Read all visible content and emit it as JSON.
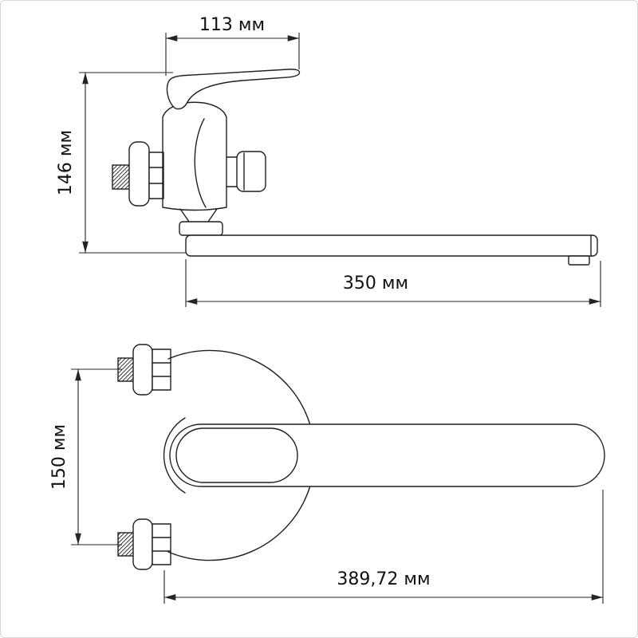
{
  "colors": {
    "background": "#ffffff",
    "frame_border": "#d8d8d8",
    "drawing_line": "#1f1f1f",
    "dimension_line": "#242424",
    "label_text": "#111111"
  },
  "side_view": {
    "dimensions": {
      "handle_width": "113 мм",
      "overall_height": "146 мм",
      "spout_length": "350 мм"
    }
  },
  "front_view": {
    "dimensions": {
      "mount_centers": "150 мм",
      "overall_length": "389,72 мм"
    }
  }
}
